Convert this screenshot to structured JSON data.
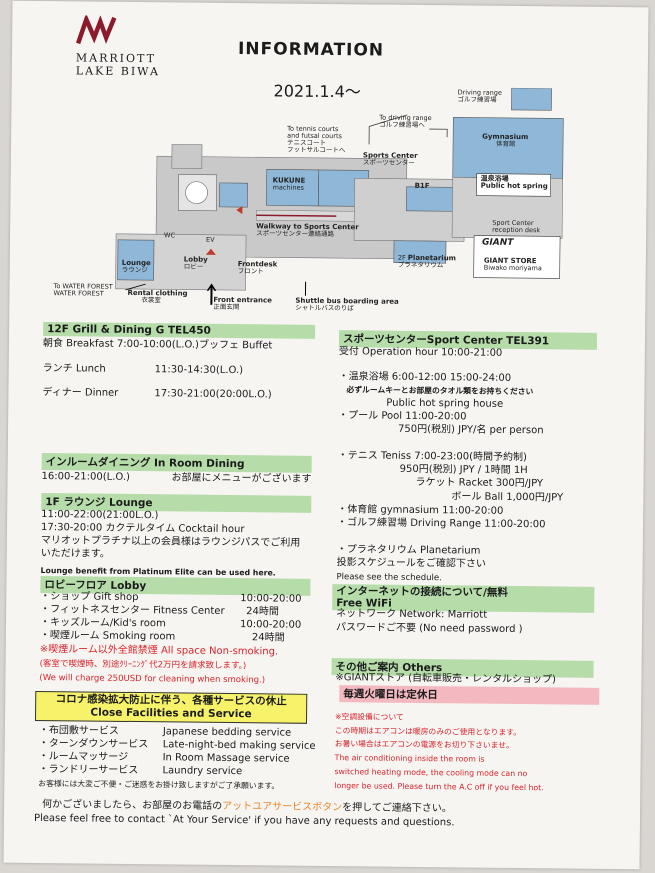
{
  "brand": {
    "line1": "MARRIOTT",
    "line2": "LAKE BIWA"
  },
  "title": "INFORMATION",
  "date": "2021.1.4～",
  "map": {
    "driving_range": "Driving range",
    "driving_range_ja": "ゴルフ練習場",
    "to_driving_range": "To driving range",
    "to_driving_range_ja": "ゴルフ練習場へ",
    "to_tennis": "To tennis courts",
    "to_tennis2": "and futsal courts",
    "to_tennis_ja": "テニスコート",
    "to_tennis_ja2": "フットサルコートへ",
    "sports_center": "Sports Center",
    "sports_center_ja": "スポーツセンター",
    "gymnasium": "Gymnasium",
    "gymnasium_ja": "体育館",
    "hot_spring_ja": "温泉浴場",
    "hot_spring": "Public hot spring",
    "b1f": "B1F",
    "sport_desk": "Sport Center",
    "sport_desk2": "reception desk",
    "kukune": "KUKUNE",
    "kukune2": "machines",
    "walkway": "Walkway to Sports Center",
    "walkway_ja": "スポーツセンター連絡通路",
    "lounge": "Lounge",
    "lounge_ja": "ラウンジ",
    "lobby": "Lobby",
    "lobby_ja": "ロビー",
    "frontdesk": "Frontdesk",
    "frontdesk_ja": "フロント",
    "ev": "EV",
    "wc": "WC",
    "planetarium_floor": "2F",
    "planetarium": "Planetarium",
    "planetarium_ja": "プラネタリウム",
    "giant_logo": "GIANT",
    "giant_store": "GIANT STORE",
    "giant_store2": "Biwako moriyama",
    "to_water_forest": "To WATER FOREST",
    "water_forest": "WATER FOREST",
    "rental": "Rental clothing",
    "rental_ja": "衣裳室",
    "front_entrance": "Front entrance",
    "front_entrance_ja": "正面玄関",
    "shuttle": "Shuttle bus boarding area",
    "shuttle_ja": "シャトルバスのりば"
  },
  "grill": {
    "header": "12F Grill & Dining G  TEL450",
    "breakfast": "朝食 Breakfast  7:00-10:00(L.O.)ブッフェ  Buffet",
    "lunch_label": "ランチ Lunch",
    "lunch_time": "11:30-14:30(L.O.)",
    "dinner_label": "ディナー Dinner",
    "dinner_time": "17:30-21:00(20:00L.O.)"
  },
  "inroom": {
    "header": "インルームダイニング In Room Dining",
    "time": "16:00-21:00(L.O.)",
    "note": "お部屋にメニューがございます"
  },
  "lounge": {
    "header": "1F  ラウンジ Lounge",
    "time1": "11:00-22:00(21:00L.O.)",
    "time2": "17:30-20:00 カクテルタイム  Cocktail hour",
    "note1": "マリオットプラチナ以上の会員様はラウンジパスでご利用",
    "note2": "いただけます。",
    "note3": "Lounge benefit from Platinum Elite can be used here."
  },
  "lobby": {
    "header": "ロビーフロア Lobby",
    "rows": [
      {
        "name": "・ショップ Gift shop",
        "time": "10:00-20:00"
      },
      {
        "name": "・フィットネスセンター Fitness Center",
        "time": "24時間"
      },
      {
        "name": "・キッズルーム/Kid's room",
        "time": "10:00-20:00"
      },
      {
        "name": "・喫煙ルーム Smoking room",
        "time": "24時間"
      }
    ],
    "warn1": "※喫煙ルーム以外全館禁煙  All space Non-smoking.",
    "warn2": "(客室で喫煙時、別途ｸﾘｰﾆﾝｸﾞ代2万円を請求致します。)",
    "warn3": "(We will charge 250USD for cleaning when smoking.)"
  },
  "closed": {
    "header1": "コロナ感染拡大防止に伴う、各種サービスの休止",
    "header2": "Close Facilities and Service",
    "rows": [
      {
        "ja": "・布団敷サービス",
        "en": "Japanese bedding service"
      },
      {
        "ja": "・ターンダウンサービス",
        "en": "Late-night-bed making service"
      },
      {
        "ja": "・ルームマッサージ",
        "en": "In  Room  Massage service"
      },
      {
        "ja": "・ランドリーサービス",
        "en": "Laundry service"
      }
    ],
    "note": "お客様には大変ご不便・ご迷惑をお掛け致しますがご了承願います。"
  },
  "sports": {
    "header": "スポーツセンターSport Center TEL391",
    "hours": "受付 Operation hour  10:00-21:00",
    "onsen": "・温泉浴場     6:00-12:00    15:00-24:00",
    "onsen_note": "必ずルームキーとお部屋のタオル類をお持ちください",
    "onsen_en": "Public hot spring house",
    "pool": "・プール Pool          11:00-20:00",
    "pool_price": "750円(税別) JPY/名 per person",
    "tennis": "・テニス Teniss       7:00-23:00(時間予約制)",
    "tennis_price": "950円(税別) JPY / 1時間  1H",
    "racket": "ラケット Racket 300円/JPY",
    "ball": "ボール Ball 1,000円/JPY",
    "gym": "・体育館  gymnasium            11:00-20:00",
    "golf": "・ゴルフ練習場 Driving Range  11:00-20:00",
    "planetarium": "・プラネタリウム  Planetarium",
    "plan_note": "投影スケジュールをご確認下さい",
    "plan_en": "Please see the schedule."
  },
  "internet": {
    "header": "インターネットの接続について/無料",
    "header2": "Free WiFi",
    "network": "ネットワーク Network:  Marriott",
    "password": "パスワードご不要   (No  need password )"
  },
  "others": {
    "header": "その他ご案内  Others",
    "giant": "※GIANTストア  (自転車販売・レンタルショップ)",
    "closed_day": "毎週火曜日は定休日"
  },
  "aircon": {
    "l1": "※空調設備について",
    "l2": "この時期はエアコンは暖房のみのご使用となります。",
    "l3": "お暑い場合はエアコンの電源をお切り下さいませ。",
    "l4": "The air conditioning inside the room is",
    "l5": "switched heating mode, the cooling mode can no",
    "l6": "longer be used. Please turn the A.C off if you feel hot."
  },
  "footer": {
    "ja_a": "何かございましたら、お部屋のお電話の",
    "ja_b": "アットユアサービスボタン",
    "ja_c": "を押してご連絡下さい。",
    "en": "Please feel free to contact `At Your Service' if you have any requests and questions."
  },
  "colors": {
    "green": "#b6dcaa",
    "pink": "#f4b9c0",
    "yellow": "#f6f26a",
    "red": "#d8232a",
    "brand": "#8b1a2b",
    "blue": "#8fb8d8"
  }
}
